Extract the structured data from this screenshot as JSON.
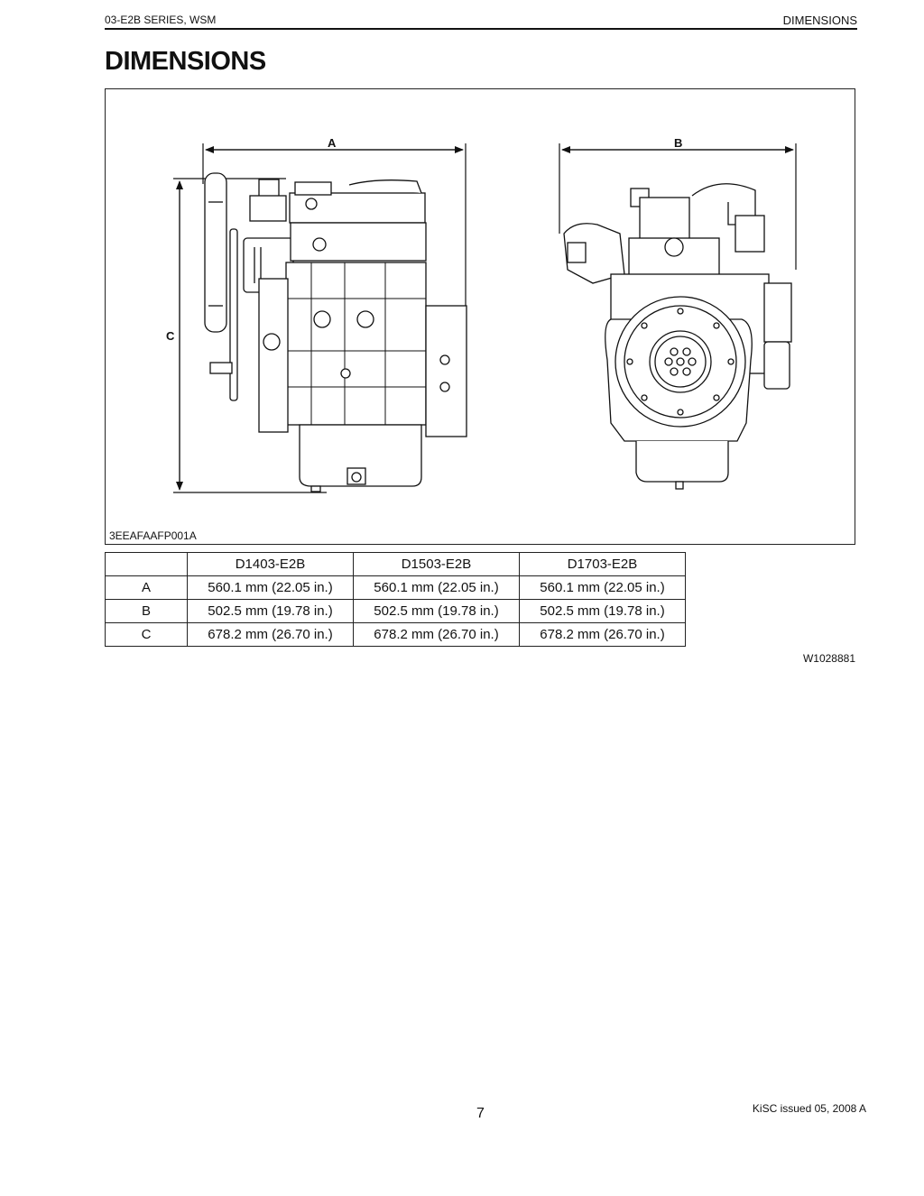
{
  "header": {
    "left": "03-E2B SERIES, WSM",
    "right": "DIMENSIONS"
  },
  "page_title": "DIMENSIONS",
  "figure": {
    "code": "3EEAFAAFP001A",
    "labels": {
      "a": "A",
      "b": "B",
      "c": "C"
    },
    "views": [
      "side-view-engine",
      "front-view-engine-flywheel"
    ]
  },
  "table": {
    "columns": [
      "",
      "D1403-E2B",
      "D1503-E2B",
      "D1703-E2B"
    ],
    "rows": [
      {
        "label": "A",
        "values": [
          "560.1 mm (22.05 in.)",
          "560.1 mm (22.05 in.)",
          "560.1 mm (22.05 in.)"
        ]
      },
      {
        "label": "B",
        "values": [
          "502.5 mm (19.78 in.)",
          "502.5 mm (19.78 in.)",
          "502.5 mm (19.78 in.)"
        ]
      },
      {
        "label": "C",
        "values": [
          "678.2 mm (26.70 in.)",
          "678.2 mm (26.70 in.)",
          "678.2 mm (26.70 in.)"
        ]
      }
    ]
  },
  "reference_code": "W1028881",
  "footer": {
    "page_number": "7",
    "issued": "KiSC issued 05, 2008 A"
  }
}
